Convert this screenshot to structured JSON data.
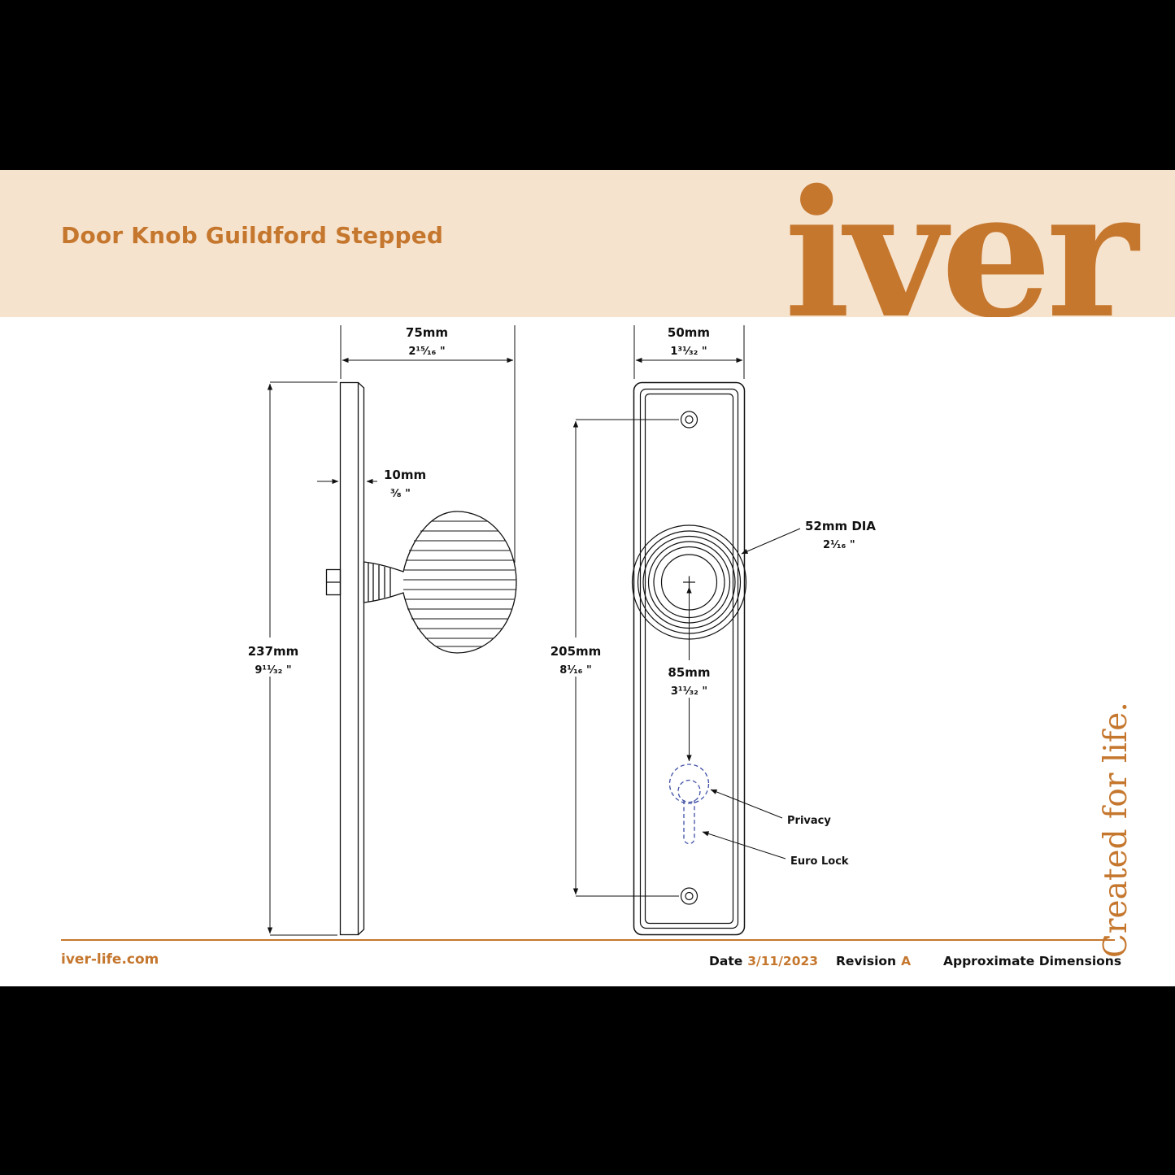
{
  "header": {
    "title": "Door Knob Guildford Stepped"
  },
  "brand": {
    "logo": "iver",
    "tagline": "Created for life.",
    "website": "iver-life.com"
  },
  "colors": {
    "accent": "#C5772E",
    "cream": "#F6E3CE",
    "keyhole_blue": "#3E4FA5",
    "line": "#111111"
  },
  "footer": {
    "date_label": "Date",
    "date_value": "3/11/2023",
    "revision_label": "Revision",
    "revision_value": "A",
    "note": "Approximate Dimensions"
  },
  "drawing": {
    "side_view": {
      "width_mm": "75mm",
      "width_in": "2¹⁵⁄₁₆ \"",
      "thickness_mm": "10mm",
      "thickness_in": "³⁄₈ \"",
      "height_mm": "237mm",
      "height_in": "9¹¹⁄₃₂ \""
    },
    "front_view": {
      "width_mm": "50mm",
      "width_in": "1³¹⁄₃₂ \"",
      "centres_mm": "205mm",
      "centres_in": "8¹⁄₁₆ \"",
      "knob_dia": "52mm DIA",
      "knob_dia_in": "2¹⁄₁₆ \"",
      "lock_centre_mm": "85mm",
      "lock_centre_in": "3¹¹⁄₃₂ \"",
      "privacy": "Privacy",
      "euro_lock": "Euro Lock"
    }
  }
}
